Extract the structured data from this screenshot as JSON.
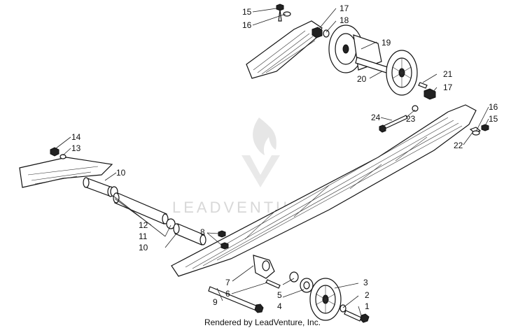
{
  "callouts": {
    "c1": "1",
    "c2": "2",
    "c3": "3",
    "c4": "4",
    "c5": "5",
    "c6": "6",
    "c7": "7",
    "c8": "8",
    "c9": "9",
    "c10a": "10",
    "c10b": "10",
    "c11": "11",
    "c12": "12",
    "c13": "13",
    "c14": "14",
    "c15a": "15",
    "c15b": "15",
    "c16a": "16",
    "c16b": "16",
    "c17a": "17",
    "c17b": "17",
    "c18": "18",
    "c19": "19",
    "c20": "20",
    "c21": "21",
    "c22": "22",
    "c23": "23",
    "c24": "24"
  },
  "watermark": {
    "text": "LEADVENTURE"
  },
  "footer": {
    "credit": "Rendered by LeadVenture, Inc."
  },
  "colors": {
    "ink": "#111111",
    "watermark": "#d8d8d8",
    "background": "#ffffff"
  }
}
